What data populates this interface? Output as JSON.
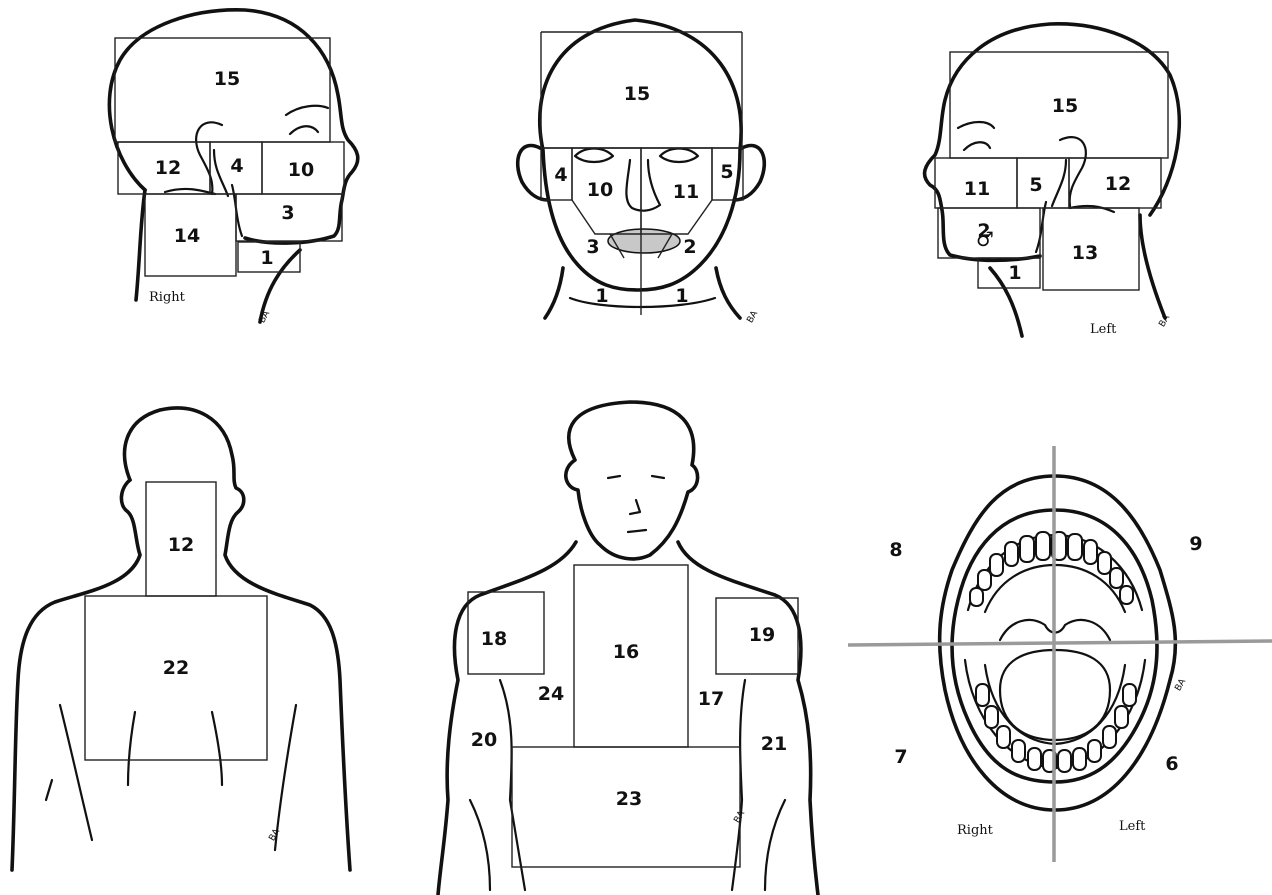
{
  "views": {
    "head_right": {
      "zones": {
        "z15": "15",
        "z12": "12",
        "z4": "4",
        "z10": "10",
        "z3": "3",
        "z14": "14",
        "z1": "1"
      },
      "side": "Right"
    },
    "face_front": {
      "zones": {
        "z15": "15",
        "z4": "4",
        "z10": "10",
        "z11": "11",
        "z5": "5",
        "z3": "3",
        "z2": "2",
        "z1a": "1",
        "z1b": "1"
      }
    },
    "head_left": {
      "zones": {
        "z15": "15",
        "z11": "11",
        "z5": "5",
        "z12": "12",
        "z2": "2",
        "z13": "13",
        "z1": "1"
      },
      "side": "Left"
    },
    "back": {
      "zones": {
        "z12": "12",
        "z22": "22"
      }
    },
    "torso_front": {
      "zones": {
        "z18": "18",
        "z16": "16",
        "z19": "19",
        "z24": "24",
        "z17": "17",
        "z20": "20",
        "z21": "21",
        "z23": "23"
      }
    },
    "mouth": {
      "zones": {
        "z8": "8",
        "z9": "9",
        "z7": "7",
        "z6": "6"
      },
      "side_right": "Right",
      "side_left": "Left"
    }
  },
  "signature": "BA"
}
